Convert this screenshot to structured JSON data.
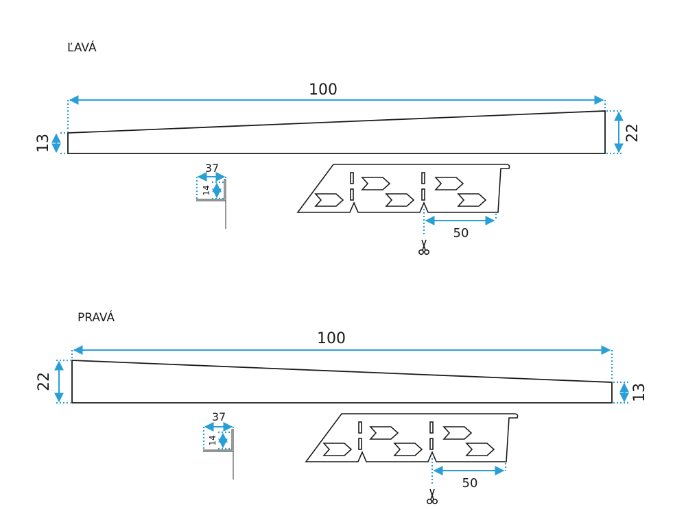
{
  "left_variant": {
    "title": "ĽAVÁ",
    "length": "100",
    "height_left": "13",
    "height_right": "22",
    "profile_width": "37",
    "profile_height": "14",
    "segment_length": "50"
  },
  "right_variant": {
    "title": "PRAVÁ",
    "length": "100",
    "height_left": "22",
    "height_right": "13",
    "profile_width": "37",
    "profile_height": "14",
    "segment_length": "50"
  },
  "colors": {
    "dimension": "#2a9fd6",
    "outline": "#1a1a1a"
  },
  "icons": [
    "scissors-icon",
    "arrow-icon"
  ]
}
